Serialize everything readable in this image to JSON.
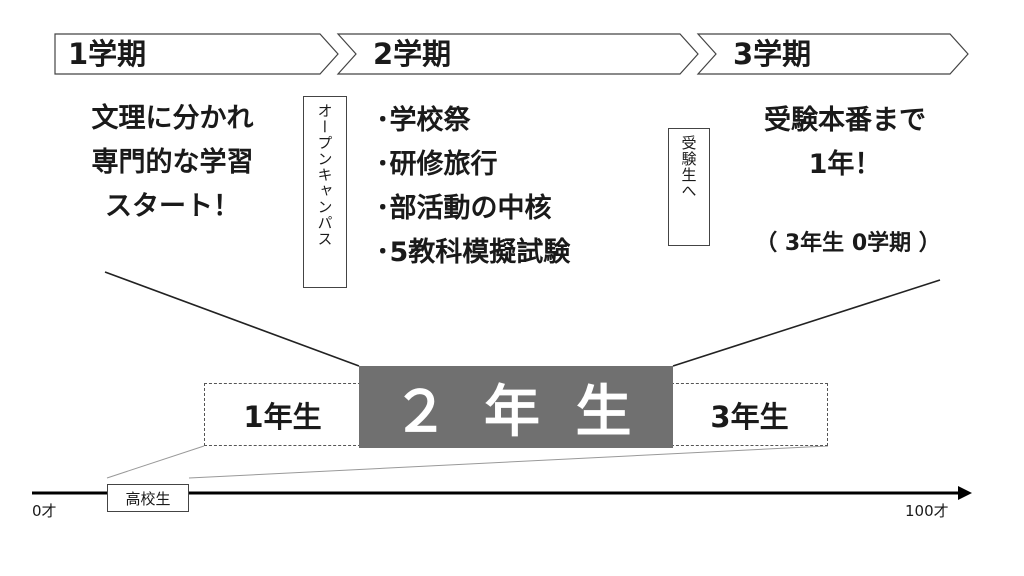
{
  "terms": [
    "1学期",
    "2学期",
    "3学期"
  ],
  "term1_lines": [
    "文理に分かれ",
    "専門的な学習",
    "スタート！"
  ],
  "open_campus": "オープンキャンパス",
  "term2_items": [
    "･学校祭",
    "･研修旅行",
    "･部活動の中核",
    "･5教科模擬試験"
  ],
  "to_examinee": "受験生へ",
  "term3_lines": [
    "受験本番まで",
    "1年！"
  ],
  "term3_note": "（ 3年生 0学期 ）",
  "years": {
    "first": "1年生",
    "second": "２ 年 生",
    "third": "3年生"
  },
  "high_school": "高校生",
  "axis": {
    "start": "0才",
    "end": "100才"
  }
}
